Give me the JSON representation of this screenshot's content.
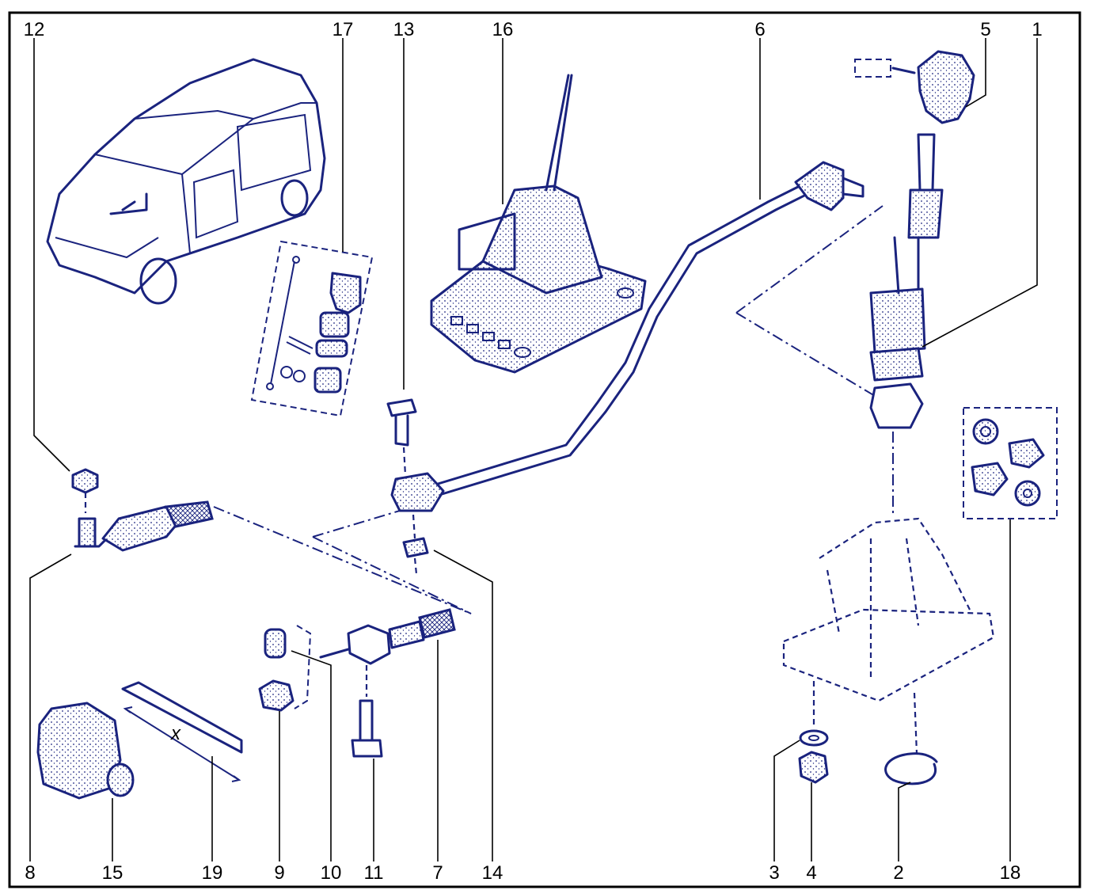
{
  "callouts": [
    {
      "id": "12",
      "label": "12"
    },
    {
      "id": "17",
      "label": "17"
    },
    {
      "id": "13",
      "label": "13"
    },
    {
      "id": "16",
      "label": "16"
    },
    {
      "id": "6",
      "label": "6"
    },
    {
      "id": "5",
      "label": "5"
    },
    {
      "id": "1",
      "label": "1"
    },
    {
      "id": "8",
      "label": "8"
    },
    {
      "id": "15",
      "label": "15"
    },
    {
      "id": "19",
      "label": "19"
    },
    {
      "id": "9",
      "label": "9"
    },
    {
      "id": "10",
      "label": "10"
    },
    {
      "id": "11",
      "label": "11"
    },
    {
      "id": "7",
      "label": "7"
    },
    {
      "id": "14",
      "label": "14"
    },
    {
      "id": "3",
      "label": "3"
    },
    {
      "id": "4",
      "label": "4"
    },
    {
      "id": "2",
      "label": "2"
    },
    {
      "id": "18",
      "label": "18"
    }
  ],
  "dimension_label": "x",
  "colors": {
    "line": "#1a237e",
    "text": "#000000",
    "frame": "#000000",
    "background": "#ffffff"
  }
}
